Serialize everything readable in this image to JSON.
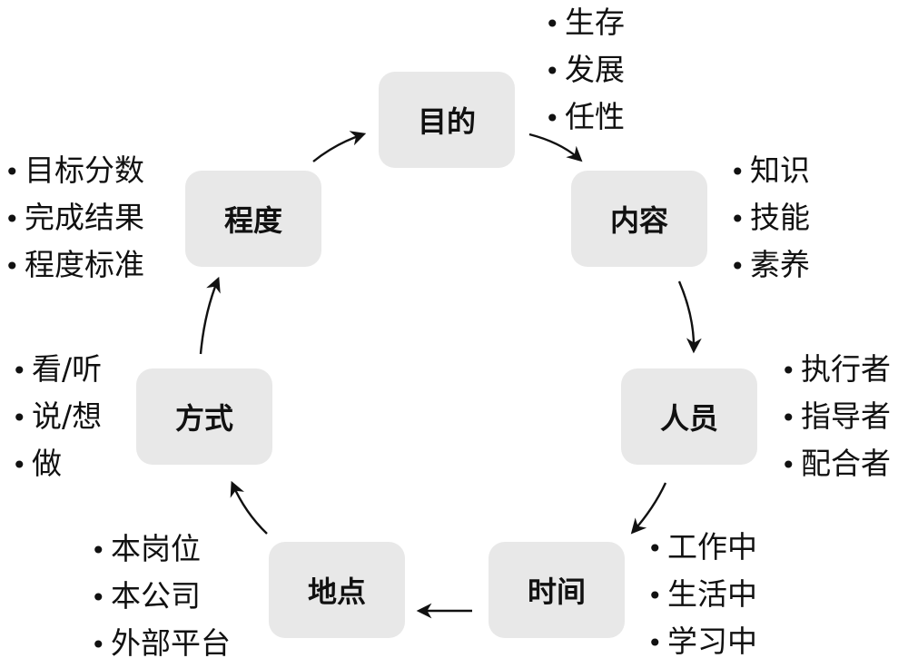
{
  "nodes": [
    {
      "id": "purpose",
      "label": "目的"
    },
    {
      "id": "content",
      "label": "内容"
    },
    {
      "id": "people",
      "label": "人员"
    },
    {
      "id": "time",
      "label": "时间"
    },
    {
      "id": "place",
      "label": "地点"
    },
    {
      "id": "method",
      "label": "方式"
    },
    {
      "id": "degree",
      "label": "程度"
    }
  ],
  "lists": {
    "purpose": [
      "生存",
      "发展",
      "任性"
    ],
    "content": [
      "知识",
      "技能",
      "素养"
    ],
    "people": [
      "执行者",
      "指导者",
      "配合者"
    ],
    "time": [
      "工作中",
      "生活中",
      "学习中"
    ],
    "place": [
      "本岗位",
      "本公司",
      "外部平台"
    ],
    "method": [
      "看/听",
      "说/想",
      "做"
    ],
    "degree": [
      "目标分数",
      "完成结果",
      "程度标准"
    ]
  },
  "bullet_char": "•",
  "flow": [
    "目的",
    "内容",
    "人员",
    "时间",
    "地点",
    "方式",
    "程度",
    "目的"
  ]
}
